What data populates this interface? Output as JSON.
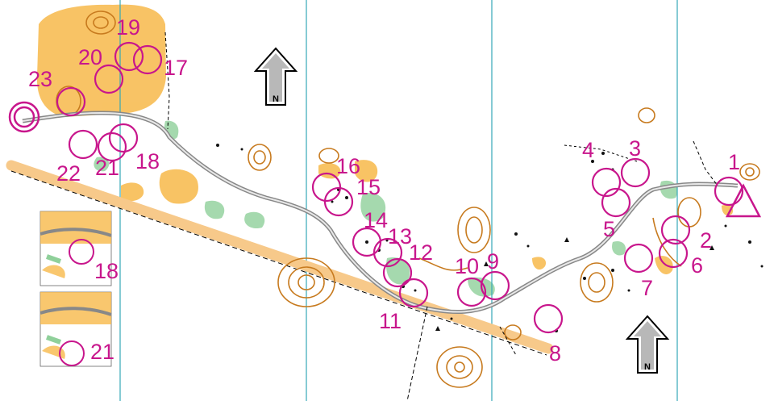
{
  "map": {
    "course_color": "#c8168c",
    "contour_color": "#c77a1e",
    "open_land_color": "#f7b94a",
    "vegetation_color": "#8fd09a",
    "track_color": "#9a9a9a",
    "magnetic_line_color": "#35a8b8",
    "north_label": "N",
    "start_symbol": "triangle",
    "finish_symbol": "double-circle"
  },
  "controls": [
    {
      "label": "1"
    },
    {
      "label": "2"
    },
    {
      "label": "3"
    },
    {
      "label": "4"
    },
    {
      "label": "5"
    },
    {
      "label": "6"
    },
    {
      "label": "7"
    },
    {
      "label": "8"
    },
    {
      "label": "9"
    },
    {
      "label": "10"
    },
    {
      "label": "11"
    },
    {
      "label": "12"
    },
    {
      "label": "13"
    },
    {
      "label": "14"
    },
    {
      "label": "15"
    },
    {
      "label": "16"
    },
    {
      "label": "17"
    },
    {
      "label": "18"
    },
    {
      "label": "19"
    },
    {
      "label": "20"
    },
    {
      "label": "21"
    },
    {
      "label": "22"
    },
    {
      "label": "23"
    }
  ],
  "insets": [
    {
      "label": "18"
    },
    {
      "label": "21"
    }
  ]
}
